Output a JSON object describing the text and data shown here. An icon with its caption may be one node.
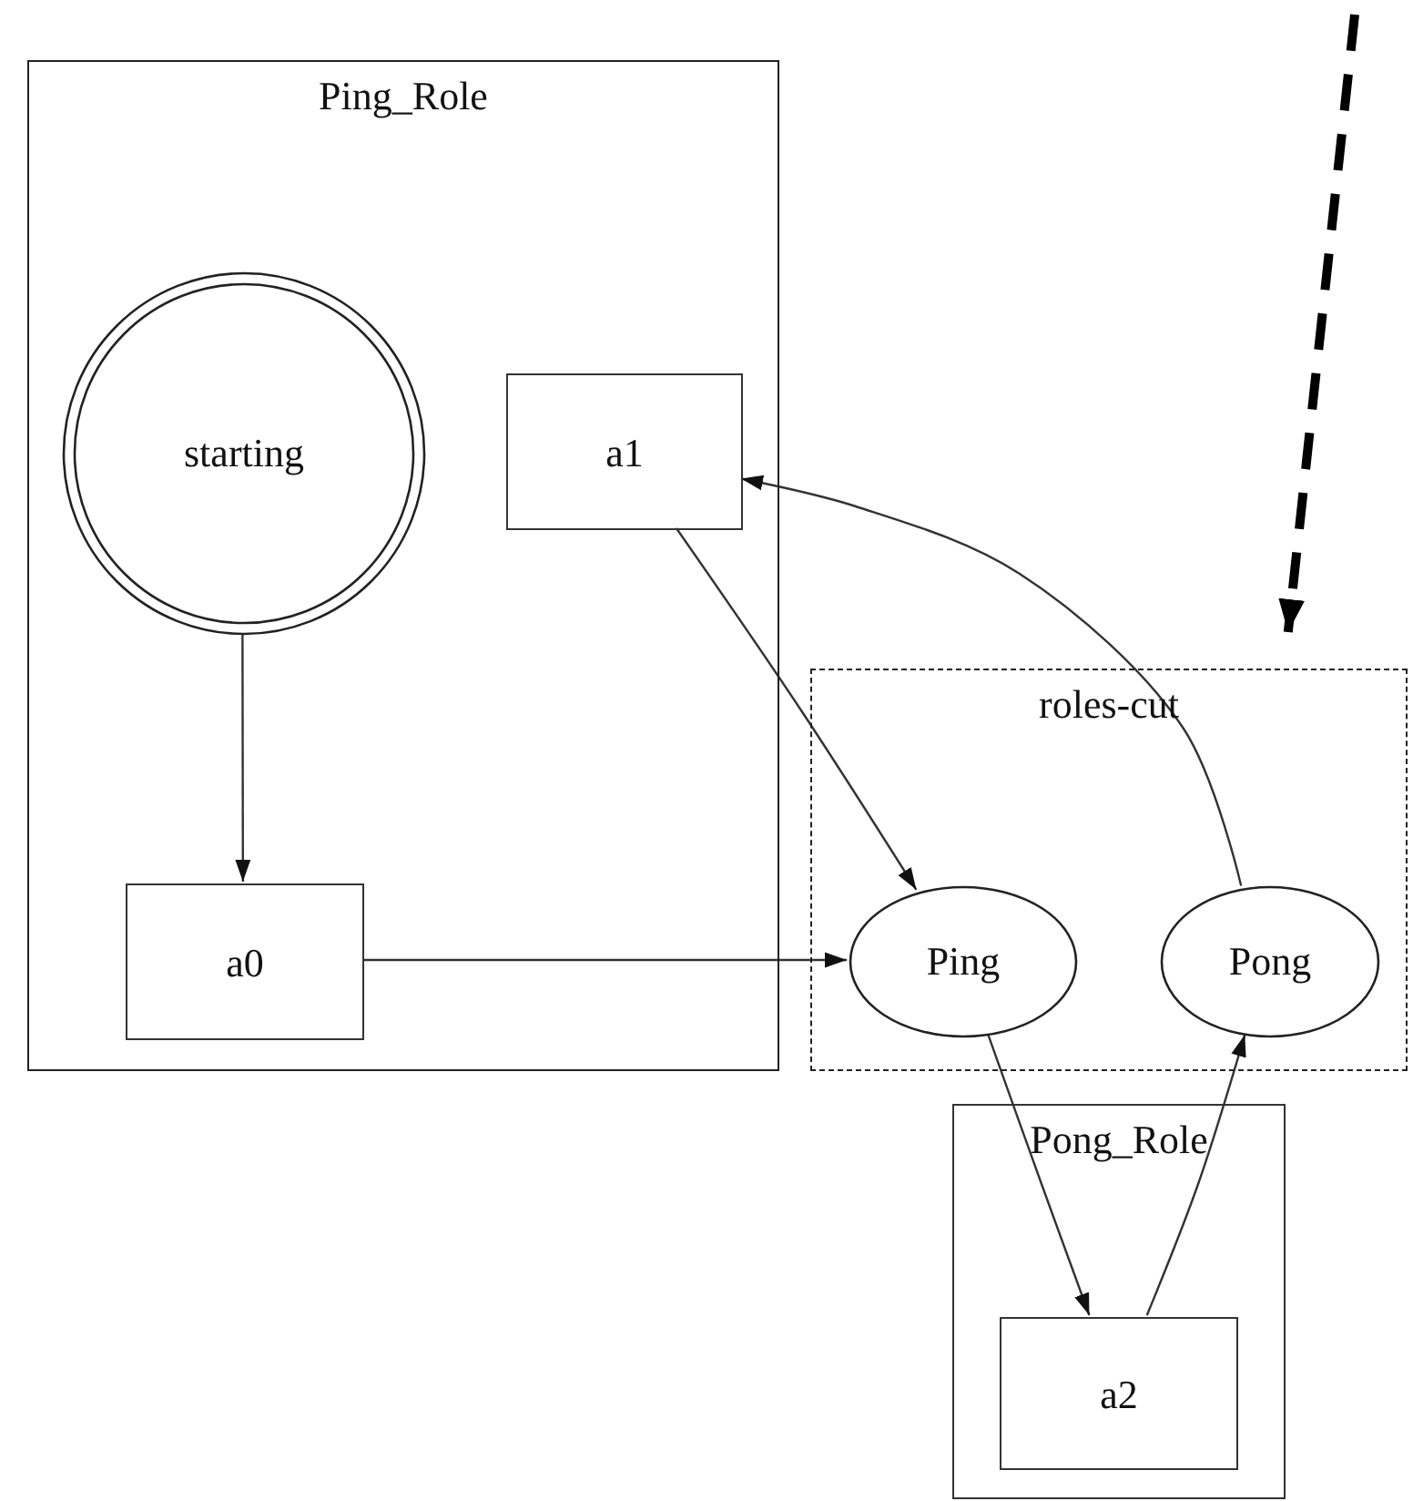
{
  "diagram": {
    "nodes": [
      {
        "text": [
          "Ping_Role"
        ]
      },
      {
        "text": [
          "starting"
        ],
        "in": 0
      },
      {
        "text": [
          "a1"
        ],
        "in": 0
      },
      {
        "text": [
          "a0"
        ],
        "in": 0
      },
      {
        "text": [
          "roles-cut"
        ]
      },
      {
        "text": [
          "Ping"
        ],
        "in": 4
      },
      {
        "text": [
          "Pong"
        ],
        "in": 4
      },
      {
        "text": [
          "Pong_Role"
        ]
      },
      {
        "text": [
          "a2"
        ],
        "in": 7
      }
    ],
    "edges": [
      {
        "from": 1,
        "to": 3,
        "arrow": "to"
      },
      {
        "from": 3,
        "to": 5,
        "arrow": "to"
      },
      {
        "from": 2,
        "to": 5,
        "arrow": "to"
      },
      {
        "from": 6,
        "to": 2,
        "arrow": "to"
      },
      {
        "from": 5,
        "to": 8,
        "arrow": "to"
      },
      {
        "from": 8,
        "to": 6,
        "arrow": "to"
      },
      {
        "from": null,
        "to": 4,
        "arrow": "to",
        "style": "dashed"
      }
    ]
  }
}
